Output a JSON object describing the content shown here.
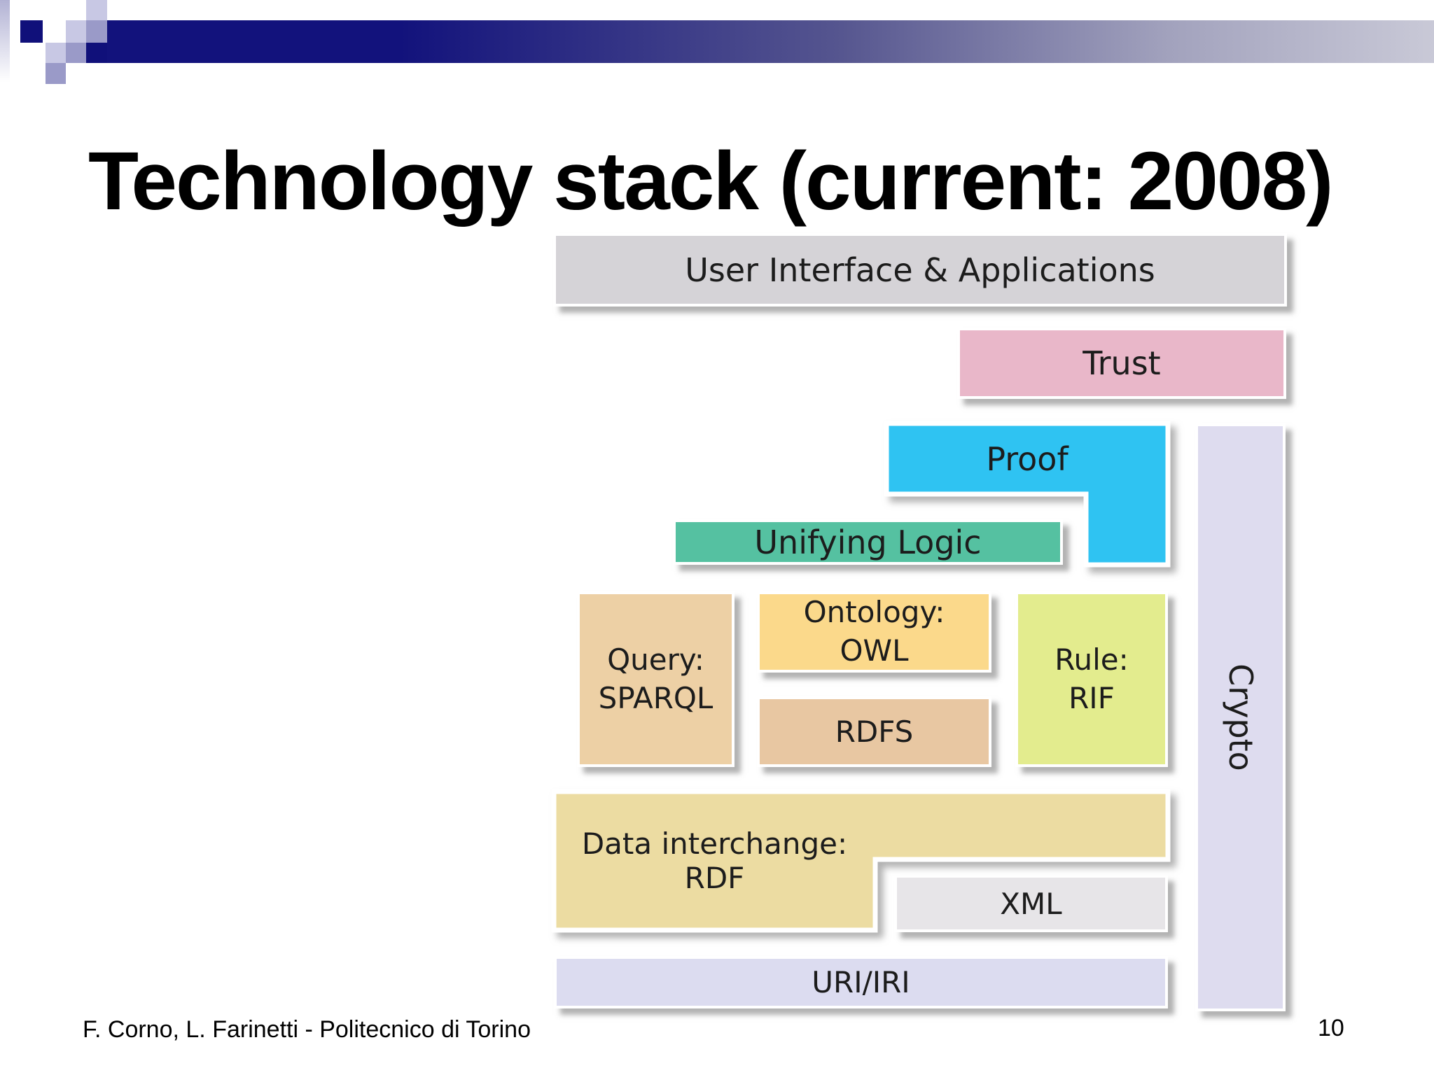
{
  "slide": {
    "title": "Technology stack (current: 2008)",
    "footer": "F. Corno, L. Farinetti - Politecnico di Torino",
    "page_number": "10"
  },
  "stack": {
    "ui_apps": {
      "label": "User Interface & Applications",
      "color": "#d5d3d7"
    },
    "trust": {
      "label": "Trust",
      "color": "#e9b7c9"
    },
    "proof": {
      "label": "Proof",
      "color": "#2fc3f2"
    },
    "unifying_logic": {
      "label": "Unifying Logic",
      "color": "#55c1a1"
    },
    "query": {
      "label_line1": "Query:",
      "label_line2": "SPARQL",
      "color": "#edd0a5"
    },
    "ontology": {
      "label_line1": "Ontology:",
      "label_line2": "OWL",
      "color": "#fbd98b"
    },
    "rdfs": {
      "label": "RDFS",
      "color": "#e8c7a2"
    },
    "rule": {
      "label_line1": "Rule:",
      "label_line2": "RIF",
      "color": "#e3ec8e"
    },
    "crypto": {
      "label": "Crypto",
      "color": "#dedcef"
    },
    "data_interchange": {
      "label_line1": "Data interchange:",
      "label_line2": "RDF",
      "color": "#ecdca2"
    },
    "xml": {
      "label": "XML",
      "color": "#e7e5e8"
    },
    "uri": {
      "label": "URI/IRI",
      "color": "#dcdcf0"
    }
  },
  "decor": {
    "bar_dark": "#12127c",
    "bar_light": "#c9c9d7",
    "square_dark": "#10107a",
    "square_light": "#c8c8e4",
    "square_medium": "#9a9ac8"
  }
}
